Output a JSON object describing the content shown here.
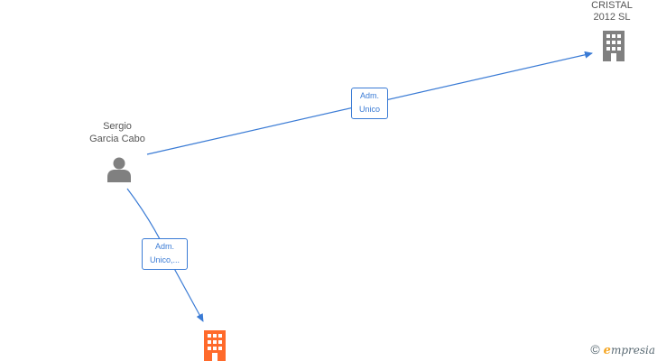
{
  "nodes": {
    "person": {
      "line1": "Sergio",
      "line2": "Garcia Cabo",
      "icon": "person-icon",
      "color": "#808080"
    },
    "company_top": {
      "line1": "CRISTAL",
      "line2": "2012  SL",
      "icon": "building-icon",
      "color": "#808080"
    },
    "company_bottom": {
      "icon": "building-icon",
      "color": "#ff6a2b"
    }
  },
  "edges": {
    "to_top": {
      "label_line1": "Adm.",
      "label_line2": "Unico",
      "color": "#3a7bd5"
    },
    "to_bottom": {
      "label_line1": "Adm.",
      "label_line2": "Unico,...",
      "color": "#3a7bd5"
    }
  },
  "brand": {
    "copyright": "©",
    "e": "e",
    "rest": "mpresia"
  }
}
